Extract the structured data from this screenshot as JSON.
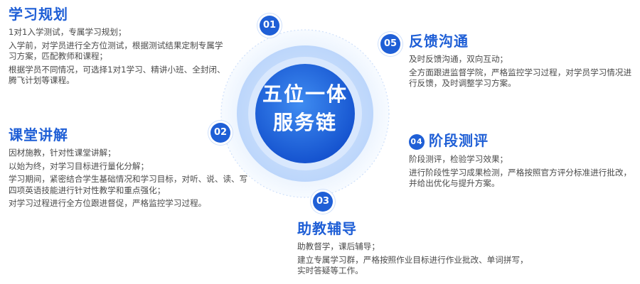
{
  "center": {
    "line1": "五位一体",
    "line2": "服务链"
  },
  "steps": [
    {
      "num": "01",
      "title": "学习规划",
      "lines": [
        "1对1入学测试，专属学习规划；",
        "入学前，对学员进行全方位测试，根据测试结果定制专属学习方案，匹配教师和课程；",
        "根据学员不同情况，可选择1对1学习、精讲小班、全封闭、腾飞计划等课程。"
      ]
    },
    {
      "num": "02",
      "title": "课堂讲解",
      "lines": [
        "因材施教，针对性课堂讲解；",
        "以始为终，对学习目标进行量化分解；",
        "学习期间，紧密结合学生基础情况和学习目标，对听、说、读、写四项英语技能进行针对性教学和重点强化；",
        "对学习过程进行全方位跟进督促，严格监控学习过程。"
      ]
    },
    {
      "num": "03",
      "title": "助教辅导",
      "lines": [
        "助教督学，课后辅导；",
        "建立专属学习群，严格按照作业目标进行作业批改、单词拼写，实时答疑等工作。"
      ]
    },
    {
      "num": "04",
      "title": "阶段测评",
      "lines": [
        "阶段测评，检验学习效果；",
        "进行阶段性学习成果检测，严格按照官方评分标准进行批改，并给出优化与提升方案。"
      ]
    },
    {
      "num": "05",
      "title": "反馈沟通",
      "lines": [
        "及时反馈沟通，双向互动；",
        "全方面跟进监督学院，严格监控学习过程，对学员学习情况进行反馈，及时调整学习方案。"
      ]
    }
  ],
  "colors": {
    "accent": "#1f5fd6",
    "circle_light": "#e3eefd",
    "circle_mid": "#9cc3f6"
  }
}
